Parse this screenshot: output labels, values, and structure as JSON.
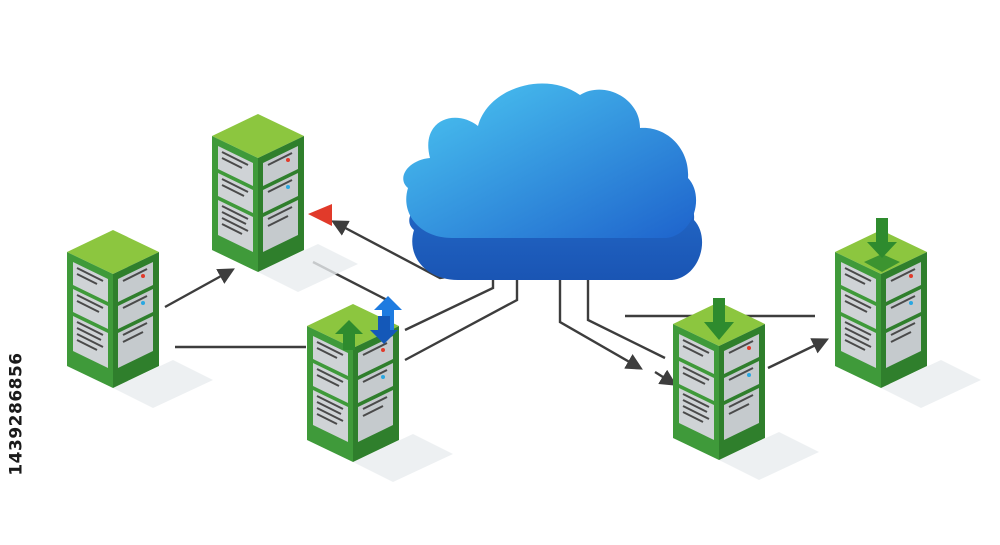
{
  "stock_id": "1439286856",
  "colors": {
    "server_top": "#8cc63f",
    "server_left": "#3f9a3a",
    "server_right": "#2f7f2c",
    "panel": "#cfd3d6",
    "cloud_light": "#47c2f0",
    "cloud_dark": "#1f6fd1",
    "arrow_upload": "#2e8b2e",
    "arrow_download": "#2e8b2e",
    "arrow_sync": "#1e7be0",
    "marker_red": "#e13a2a",
    "connector": "#3d3d3d"
  },
  "nodes": [
    {
      "name": "cloud",
      "icon": "cloud-icon"
    },
    {
      "name": "server-left",
      "icon": "server-rack-icon"
    },
    {
      "name": "server-top-left",
      "icon": "server-rack-icon"
    },
    {
      "name": "server-center-upload",
      "icon": "server-rack-icon",
      "badge": "upload-arrow-icon"
    },
    {
      "name": "server-center-right-download",
      "icon": "server-rack-icon",
      "badge": "download-arrow-icon"
    },
    {
      "name": "server-right-download",
      "icon": "server-rack-icon",
      "badge": "download-arrow-icon"
    }
  ]
}
